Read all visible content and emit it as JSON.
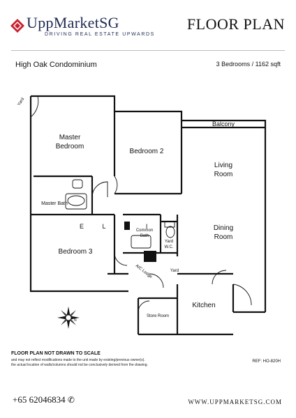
{
  "brand": {
    "name": "UppMarketSG",
    "tagline": "DRIVING REAL ESTATE UPWARDS",
    "logo_color": "#c8202e",
    "brand_color": "#1f2a52"
  },
  "header": {
    "title": "FLOOR PLAN"
  },
  "listing": {
    "project": "High Oak Condominium",
    "summary": "3 Bedrooms / 1162 sqft"
  },
  "rooms": {
    "master_bedroom_l1": "Master",
    "master_bedroom_l2": "Bedroom",
    "bedroom2": "Bedroom 2",
    "balcony": "Balcony",
    "living_l1": "Living",
    "living_l2": "Room",
    "master_bath": "Master Bath",
    "dining_l1": "Dining",
    "dining_l2": "Room",
    "bedroom3": "Bedroom 3",
    "common_bath_l1": "Common",
    "common_bath_l2": "Bath",
    "wc_l1": "Yard",
    "wc_l2": "W.C.",
    "ac_ledge": "A/C Ledge",
    "yard": "Yard",
    "kitchen": "Kitchen",
    "store_room": "Store Room",
    "yard_top": "Yard"
  },
  "compass": {
    "north": "N"
  },
  "disclaimer": {
    "title": "FLOOR PLAN NOT DRAWN TO SCALE",
    "line1": "and may not reflect modifications made to the unit made by existing/previous owner(s).",
    "line2": "the actual location of walls/columns should not be conclusively derived from the drawing."
  },
  "ref": "REF: HO-820H",
  "contact": {
    "phone": "+65 62046834",
    "website": "WWW.UPPMARKETSG.COM"
  }
}
